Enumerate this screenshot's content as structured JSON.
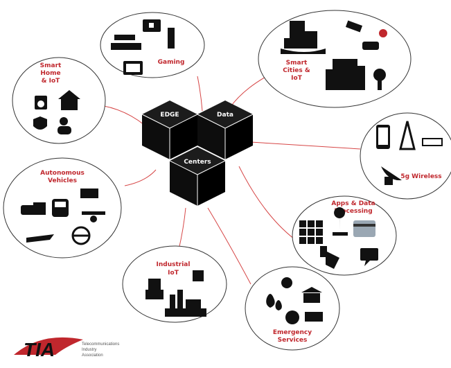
{
  "center": {
    "cube_labels": [
      "EDGE",
      "Data",
      "Centers"
    ]
  },
  "nodes": [
    {
      "id": "gaming",
      "label": [
        "Gaming"
      ]
    },
    {
      "id": "smart-home",
      "label": [
        "Smart",
        "Home",
        "& IoT"
      ]
    },
    {
      "id": "smart-cities",
      "label": [
        "Smart",
        "Cities &",
        "IoT"
      ]
    },
    {
      "id": "5g-wireless",
      "label": [
        "5g Wireless"
      ]
    },
    {
      "id": "autonomous-vehicles",
      "label": [
        "Autonomous",
        "Vehicles"
      ]
    },
    {
      "id": "apps-data",
      "label": [
        "Apps & Data",
        "Processing"
      ]
    },
    {
      "id": "industrial-iot",
      "label": [
        "Industrial",
        "IoT"
      ]
    },
    {
      "id": "emergency",
      "label": [
        "Emergency",
        "Services"
      ]
    }
  ],
  "logo": {
    "mark": "TIA",
    "lines": [
      "Telecommunications",
      "Industry",
      "Association"
    ]
  },
  "colors": {
    "accent_red": "#c0272d",
    "connector": "#d64545",
    "icon": "#111111"
  }
}
